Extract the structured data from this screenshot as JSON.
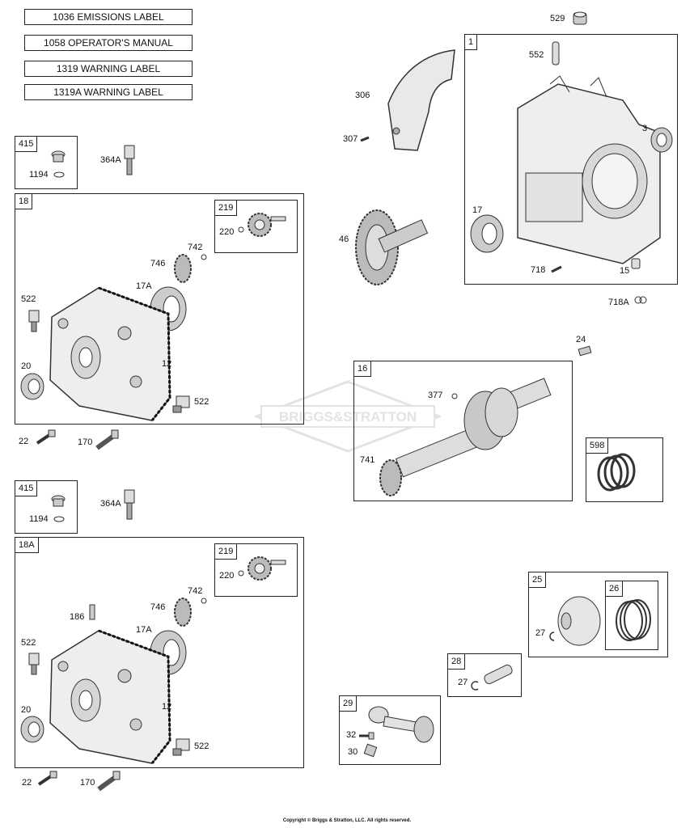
{
  "labels": [
    "1036 EMISSIONS LABEL",
    "1058 OPERATOR'S MANUAL",
    "1319 WARNING LABEL",
    "1319A WARNING LABEL"
  ],
  "groups": {
    "g415a": "415",
    "g18": "18",
    "g219a": "219",
    "g415b": "415",
    "g18a": "18A",
    "g219b": "219",
    "g1": "1",
    "g16": "16",
    "g598": "598",
    "g25": "25",
    "g26": "26",
    "g28": "28",
    "g29": "29"
  },
  "parts": {
    "p529": "529",
    "p552": "552",
    "p306": "306",
    "p307": "307",
    "p3": "3",
    "p46": "46",
    "p17": "17",
    "p718": "718",
    "p15": "15",
    "p718a": "718A",
    "p24": "24",
    "p377": "377",
    "p741": "741",
    "p1194a": "1194",
    "p364aa": "364A",
    "p220a": "220",
    "p742a": "742",
    "p746a": "746",
    "p17aa": "17A",
    "p522a1": "522",
    "p12a": "12",
    "p20a": "20",
    "p522a2": "522",
    "p22a": "22",
    "p170a": "170",
    "p1194b": "1194",
    "p364ab": "364A",
    "p220b": "220",
    "p742b": "742",
    "p746b": "746",
    "p17ab": "17A",
    "p186": "186",
    "p522b1": "522",
    "p12b": "12",
    "p20b": "20",
    "p522b2": "522",
    "p22b": "22",
    "p170b": "170",
    "p27a": "27",
    "p27b": "27",
    "p32": "32",
    "p30": "30"
  },
  "watermark": "BRIGGS&STRATTON",
  "copyright": "Copyright © Briggs & Stratton, LLC. All rights reserved."
}
